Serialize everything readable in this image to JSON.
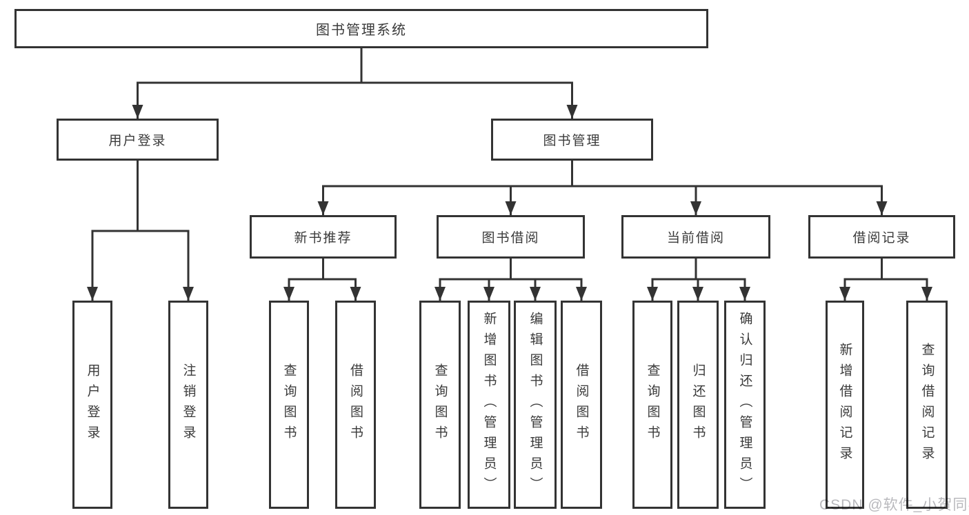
{
  "tree": {
    "root": "图书管理系统",
    "children": [
      {
        "label": "用户登录",
        "children": [
          {
            "label": "用户登录"
          },
          {
            "label": "注销登录"
          }
        ]
      },
      {
        "label": "图书管理",
        "children": [
          {
            "label": "新书推荐",
            "children": [
              {
                "label": "查询图书"
              },
              {
                "label": "借阅图书"
              }
            ]
          },
          {
            "label": "图书借阅",
            "children": [
              {
                "label": "查询图书"
              },
              {
                "label": "新增图书（管理员）"
              },
              {
                "label": "编辑图书（管理员）"
              },
              {
                "label": "借阅图书"
              }
            ]
          },
          {
            "label": "当前借阅",
            "children": [
              {
                "label": "查询图书"
              },
              {
                "label": "归还图书"
              },
              {
                "label": "确认归还（管理员）"
              }
            ]
          },
          {
            "label": "借阅记录",
            "children": [
              {
                "label": "新增借阅记录"
              },
              {
                "label": "查询借阅记录"
              }
            ]
          }
        ]
      }
    ]
  },
  "watermark": "CSDN @软件_小贺同学",
  "colors": {
    "line": "#333333",
    "text": "#3a3a3a",
    "watermark_text": "#b9b9bd",
    "background": "#ffffff"
  }
}
